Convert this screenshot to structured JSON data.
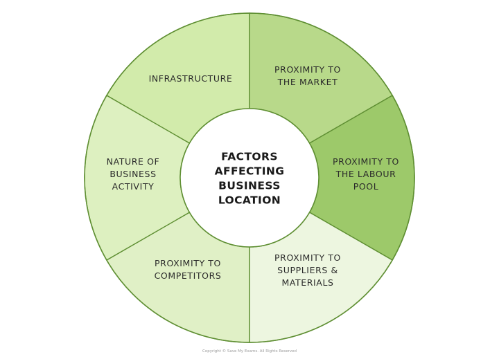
{
  "center": {
    "lines": [
      "FACTORS",
      "AFFECTING",
      "BUSINESS",
      "LOCATION"
    ]
  },
  "segments": [
    {
      "name": "infrastructure",
      "lines": [
        "INFRASTRUCTURE"
      ],
      "color": "#d2ebab"
    },
    {
      "name": "proximity-to-market",
      "lines": [
        "PROXIMITY TO",
        "THE MARKET"
      ],
      "color": "#b8d98a"
    },
    {
      "name": "proximity-to-labour-pool",
      "lines": [
        "PROXIMITY TO",
        "THE LABOUR",
        "POOL"
      ],
      "color": "#9dc96a"
    },
    {
      "name": "proximity-to-suppliers",
      "lines": [
        "PROXIMITY TO",
        "SUPPLIERS &",
        "MATERIALS"
      ],
      "color": "#edf6e0"
    },
    {
      "name": "proximity-to-competitors",
      "lines": [
        "PROXIMITY TO",
        "COMPETITORS"
      ],
      "color": "#e0f0c6"
    },
    {
      "name": "nature-of-business-activity",
      "lines": [
        "NATURE OF",
        "BUSINESS",
        "ACTIVITY"
      ],
      "color": "#ddf0c0"
    }
  ],
  "footer": {
    "copyright": "Copyright © Save My Exams. All Rights Reserved"
  },
  "colors": {
    "stroke": "#5f8f33",
    "center_fill": "#ffffff"
  }
}
